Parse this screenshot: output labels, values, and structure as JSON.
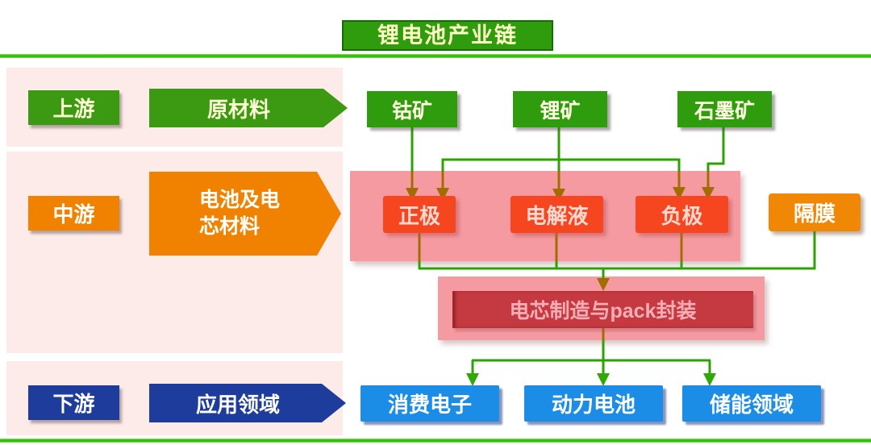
{
  "title": "锂电池产业链",
  "rows": [
    {
      "stage": "上游",
      "category": "原材料"
    },
    {
      "stage": "中游",
      "category": "电池及电\n芯材料"
    },
    {
      "stage": "下游",
      "category": "应用领域"
    }
  ],
  "upstream_nodes": [
    "钴矿",
    "锂矿",
    "石墨矿"
  ],
  "midstream": {
    "materials": [
      "正极",
      "电解液",
      "负极"
    ],
    "separator": "隔膜",
    "pack": "电芯制造与pack封装"
  },
  "downstream_nodes": [
    "消费电子",
    "动力电池",
    "储能领域"
  ],
  "colors": {
    "green": "#2f9c0e",
    "orange": "#f08200",
    "navy": "#1d3c9b",
    "sky_blue": "#1b8de6",
    "red": "#f5461f",
    "dark_red": "#c43a40",
    "panel_pink": "#fcebe8",
    "container_pink": "#f59aa1",
    "separator_orange": "#f08705",
    "line_green": "#2fc108",
    "connector_green": "#2aa303",
    "connector_olive": "#a26d00"
  }
}
